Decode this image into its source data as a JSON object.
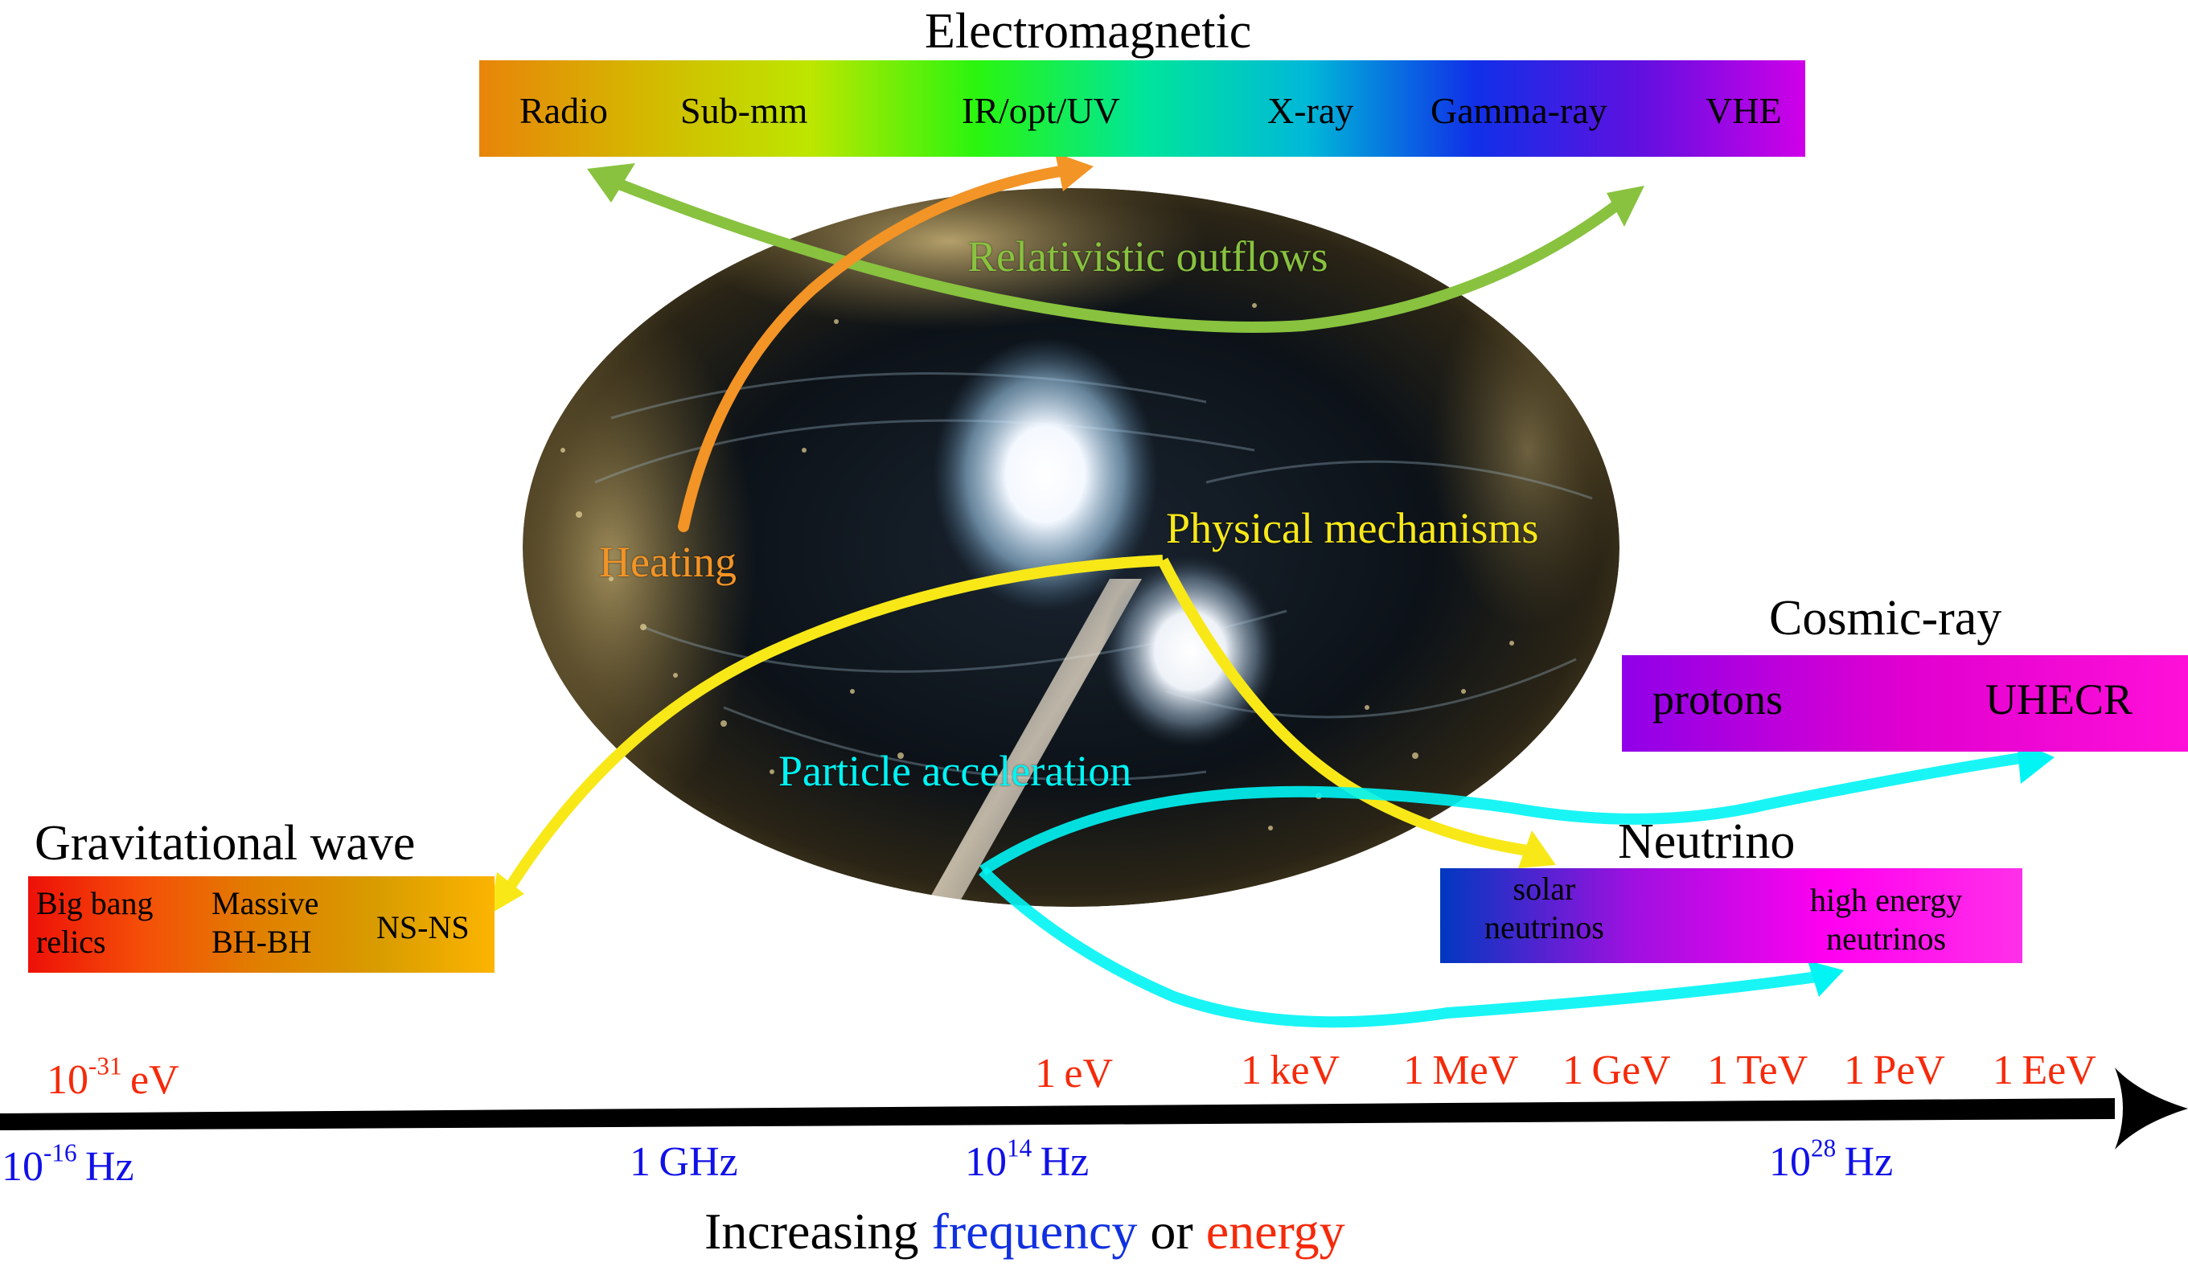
{
  "bands": {
    "electromagnetic": {
      "title": "Electromagnetic",
      "items": [
        "Radio",
        "Sub-mm",
        "IR/opt/UV",
        "X-ray",
        "Gamma-ray",
        "VHE"
      ],
      "gradient": [
        "#e8840a",
        "#d4b800",
        "#bde600",
        "#2af50f",
        "#00e59a",
        "#00b8d8",
        "#1030e8",
        "#6010e0",
        "#d000e8"
      ]
    },
    "gravitational_wave": {
      "title": "Gravitational wave",
      "items": [
        {
          "line1": "Big bang",
          "line2": "relics"
        },
        {
          "line1": "Massive",
          "line2": "BH-BH"
        },
        {
          "line1": "NS-NS",
          "line2": ""
        }
      ],
      "gradient": [
        "#ee1008",
        "#f45008",
        "#e08000",
        "#d89c00",
        "#fcb400"
      ]
    },
    "cosmic_ray": {
      "title": "Cosmic-ray",
      "items": [
        "protons",
        "UHECR"
      ],
      "gradient": [
        "#9000e8",
        "#e000d0",
        "#ff10d8"
      ]
    },
    "neutrino": {
      "title": "Neutrino",
      "items": [
        {
          "line1": "solar",
          "line2": "neutrinos"
        },
        {
          "line1": "high energy",
          "line2": "neutrinos"
        }
      ],
      "gradient": [
        "#0038c0",
        "#a010e0",
        "#ff00f0",
        "#ff30e8"
      ]
    }
  },
  "mechanisms": {
    "relativistic_outflows": {
      "label": "Relativistic outflows",
      "color": "#88c23f"
    },
    "heating": {
      "label": "Heating",
      "color": "#f39426"
    },
    "physical_mechanisms": {
      "label": "Physical mechanisms",
      "color": "#f8e818"
    },
    "particle_acceleration": {
      "label": "Particle acceleration",
      "color": "#00f4f4"
    }
  },
  "axis": {
    "energy_ticks": [
      {
        "base": "10",
        "exp": "-31",
        "unit": "eV"
      },
      {
        "base": "1",
        "exp": "",
        "unit": "eV"
      },
      {
        "base": "1",
        "exp": "",
        "unit": "keV"
      },
      {
        "base": "1",
        "exp": "",
        "unit": "MeV"
      },
      {
        "base": "1",
        "exp": "",
        "unit": "GeV"
      },
      {
        "base": "1",
        "exp": "",
        "unit": "TeV"
      },
      {
        "base": "1",
        "exp": "",
        "unit": "PeV"
      },
      {
        "base": "1",
        "exp": "",
        "unit": "EeV"
      }
    ],
    "frequency_ticks": [
      {
        "base": "10",
        "exp": "-16",
        "unit": "Hz"
      },
      {
        "base": "1",
        "exp": "",
        "unit": "GHz"
      },
      {
        "base": "10",
        "exp": "14",
        "unit": "Hz"
      },
      {
        "base": "10",
        "exp": "28",
        "unit": "Hz"
      }
    ],
    "energy_color": "#f52a0a",
    "frequency_color": "#1010e8",
    "caption": {
      "prefix": "Increasing ",
      "word1": "frequency",
      "middle": " or ",
      "word2": "energy"
    }
  },
  "central_image": {
    "description": "binary neutron star merger artwork"
  }
}
